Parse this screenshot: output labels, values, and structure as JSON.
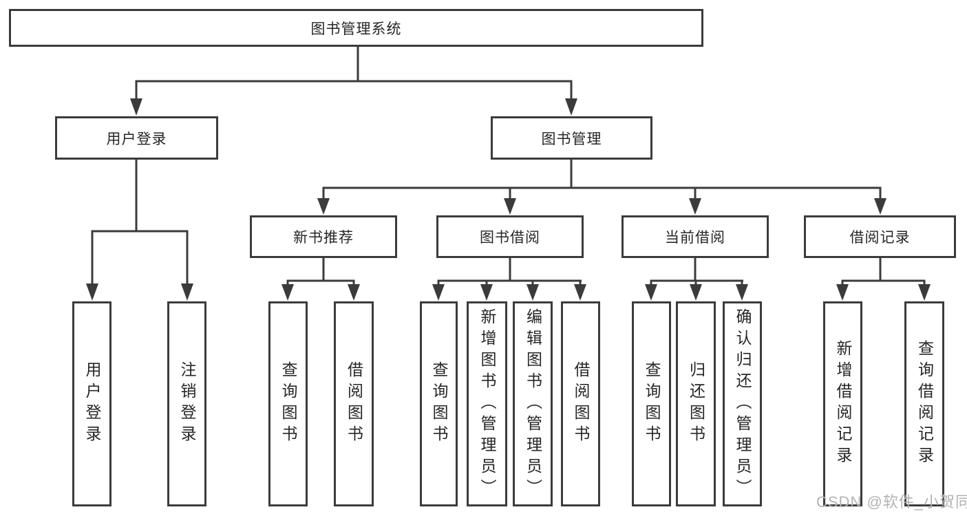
{
  "diagram": {
    "root": {
      "label": "图书管理系统"
    },
    "level2": [
      {
        "label": "用户登录"
      },
      {
        "label": "图书管理"
      }
    ],
    "level3": [
      {
        "label": "新书推荐"
      },
      {
        "label": "图书借阅"
      },
      {
        "label": "当前借阅"
      },
      {
        "label": "借阅记录"
      }
    ],
    "leaves": [
      {
        "label": "用户登录",
        "parent": "用户登录"
      },
      {
        "label": "注销登录",
        "parent": "用户登录"
      },
      {
        "label": "查询图书",
        "parent": "新书推荐"
      },
      {
        "label": "借阅图书",
        "parent": "新书推荐"
      },
      {
        "label": "查询图书",
        "parent": "图书借阅"
      },
      {
        "label": "新增图书（管理员）",
        "parent": "图书借阅"
      },
      {
        "label": "编辑图书（管理员）",
        "parent": "图书借阅"
      },
      {
        "label": "借阅图书",
        "parent": "图书借阅"
      },
      {
        "label": "查询图书",
        "parent": "当前借阅"
      },
      {
        "label": "归还图书",
        "parent": "当前借阅"
      },
      {
        "label": "确认归还（管理员）",
        "parent": "当前借阅"
      },
      {
        "label": "新增借阅记录",
        "parent": "借阅记录"
      },
      {
        "label": "查询借阅记录",
        "parent": "借阅记录"
      }
    ],
    "watermark": "CSDN @软件_小贺同学",
    "colors": {
      "line": "#3b3b3b",
      "text": "#262626",
      "watermark": "#b2b2b2",
      "background": "#ffffff"
    }
  }
}
